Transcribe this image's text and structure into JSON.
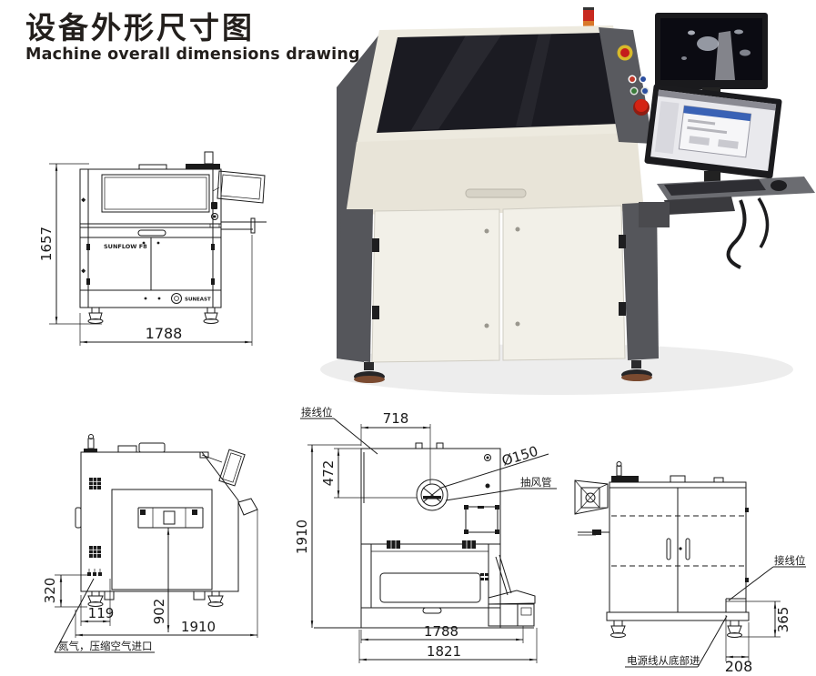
{
  "header": {
    "title_zh": "设备外形尺寸图",
    "title_en": "Machine overall dimensions drawing"
  },
  "front_view": {
    "dim_height": "1657",
    "dim_width": "1788",
    "brand": "SUNFLOW F8",
    "logo": "SUNEAST"
  },
  "side_left_view": {
    "dim_inlet_height": "320",
    "dim_inlet_offset": "119",
    "dim_rail": "902",
    "dim_depth": "1910",
    "note_inlet": "氮气，压缩空气进口"
  },
  "rear_view": {
    "label_wiring": "接线位",
    "dim_duct_x": "718",
    "dim_duct_y": "472",
    "dim_height": "1910",
    "dim_duct_dia": "Ø150",
    "label_duct": "抽风管",
    "dim_width_body": "1788",
    "dim_width_total": "1821"
  },
  "side_right_view": {
    "label_wiring": "接线位",
    "note_power": "电源线从底部进",
    "dim_corner_h": "365",
    "dim_corner_w": "208"
  },
  "colors": {
    "line": "#1a1a1a",
    "machine_body": "#edeadf",
    "machine_frame": "#55565b",
    "tower_red": "#c8291f",
    "tower_orange": "#d9782a",
    "estop_red": "#c41c1c",
    "button_green": "#3a7a3a",
    "button_blue": "#2c4fa0",
    "screen_dark": "#0b0b12",
    "ui_blue": "#3a62b5"
  }
}
